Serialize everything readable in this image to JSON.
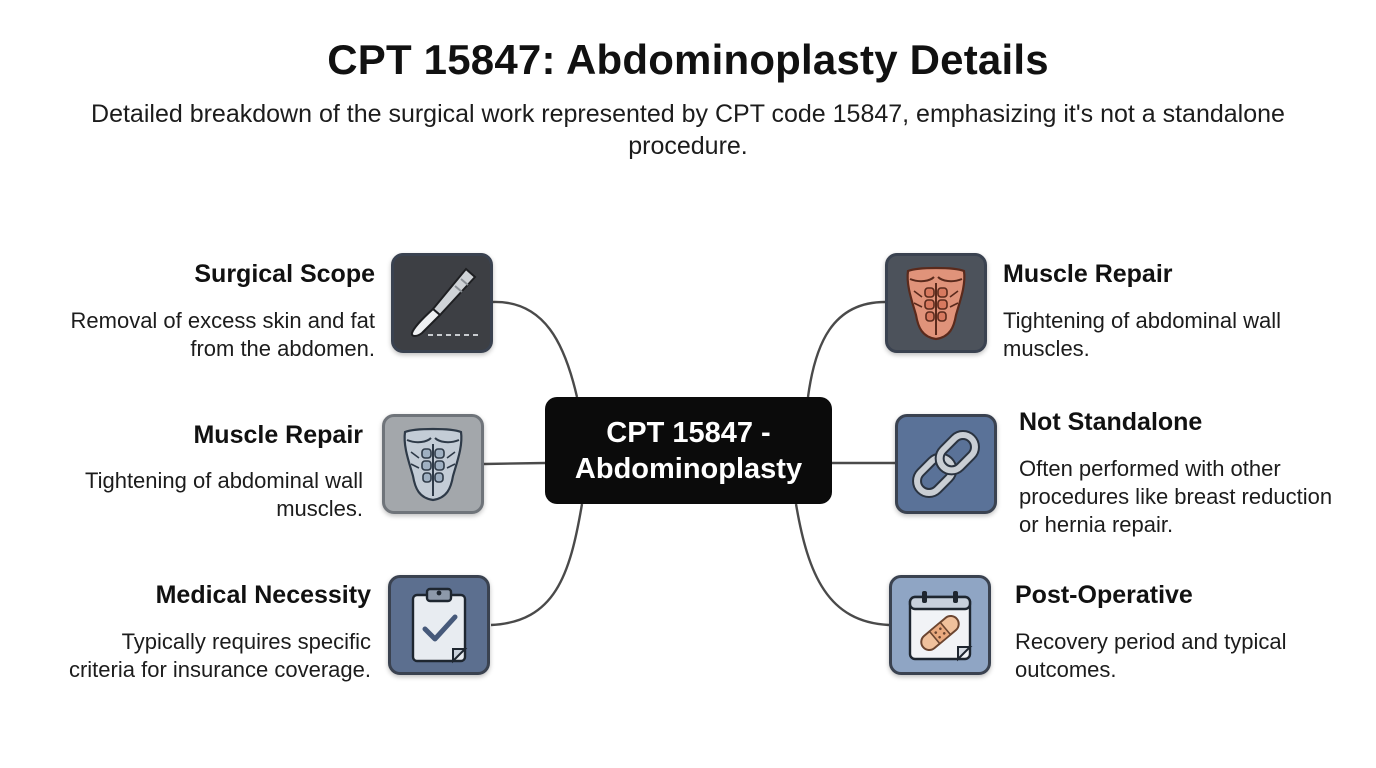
{
  "title": "CPT 15847: Abdominoplasty Details",
  "subtitle": "Detailed breakdown of the surgical work represented by CPT code 15847, emphasizing it's not a standalone procedure.",
  "hub": {
    "line1": "CPT 15847 -",
    "line2": "Abdominoplasty"
  },
  "nodes": {
    "surgical_scope": {
      "title": "Surgical Scope",
      "desc": "Removal of excess skin and fat from the abdomen.",
      "icon": "scalpel-icon",
      "tile_color": "#3d3f44"
    },
    "muscle_repair_left": {
      "title": "Muscle Repair",
      "desc": "Tightening of abdominal wall muscles.",
      "icon": "abdominal-muscles-icon",
      "tile_color": "#a3a7ab"
    },
    "medical_necessity": {
      "title": "Medical Necessity",
      "desc": "Typically requires specific criteria for insurance coverage.",
      "icon": "clipboard-check-icon",
      "tile_color": "#5c6f8f"
    },
    "muscle_repair_right": {
      "title": "Muscle Repair",
      "desc": "Tightening of abdominal wall muscles.",
      "icon": "abdominal-muscles-icon",
      "tile_color": "#4c525b"
    },
    "not_standalone": {
      "title": "Not Standalone",
      "desc": "Often performed with other procedures like breast reduction or hernia repair.",
      "icon": "chain-link-icon",
      "tile_color": "#5a7298"
    },
    "post_operative": {
      "title": "Post-Operative",
      "desc": "Recovery period and typical outcomes.",
      "icon": "calendar-bandage-icon",
      "tile_color": "#8fa5c4"
    }
  },
  "colors": {
    "hub_bg": "#0b0b0b",
    "connector": "#4a4a4a"
  }
}
